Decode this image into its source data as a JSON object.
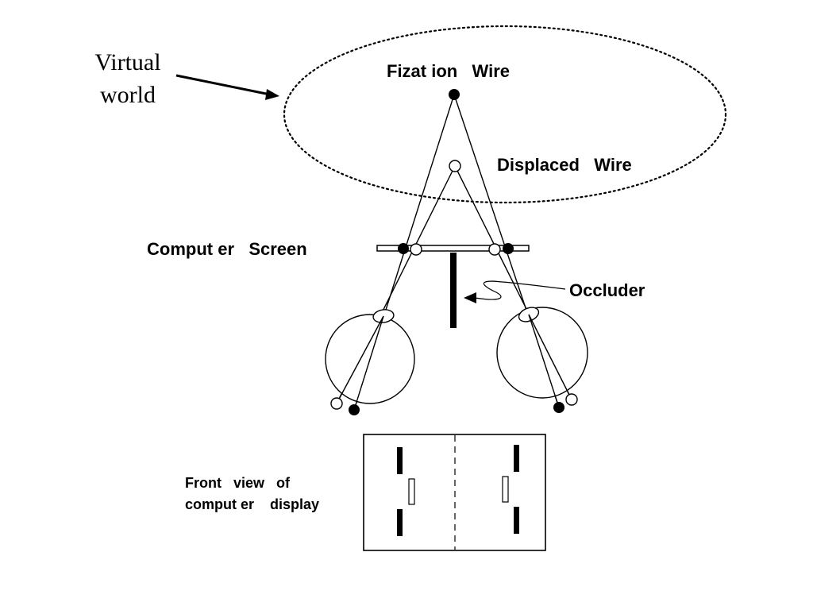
{
  "labels": {
    "virtual_world_line1": "Virtual",
    "virtual_world_line2": "world",
    "fixation_wire": "Fizat ion   Wire",
    "displaced_wire": "Displaced   Wire",
    "computer_screen": "Comput er   Screen",
    "occluder": "Occluder",
    "front_view_line1": "Front   view   of",
    "front_view_line2": "comput er    display"
  },
  "colors": {
    "ink": "#000000",
    "background": "#ffffff"
  }
}
